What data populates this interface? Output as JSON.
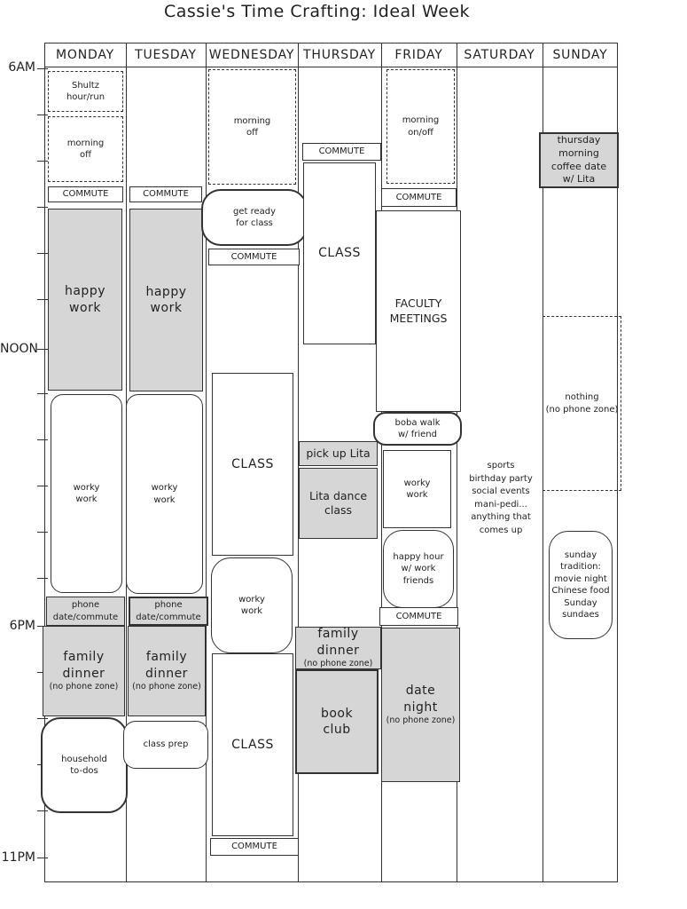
{
  "title": "Cassie's Time Crafting: Ideal Week",
  "days": [
    "MONDAY",
    "TUESDAY",
    "WEDNESDAY",
    "THURSDAY",
    "FRIDAY",
    "SATURDAY",
    "SUNDAY"
  ],
  "times": [
    "6AM",
    "NOON",
    "6PM",
    "11PM"
  ],
  "blocks": {
    "mon_shultz": "Shultz\nhour/run",
    "mon_morning_off": "morning\noff",
    "mon_commute": "COMMUTE",
    "mon_happy_work": "happy\nwork",
    "mon_worky_work": "worky\nwork",
    "mon_phone_date": "phone\ndate/commute",
    "mon_family_dinner": "family\ndinner",
    "mon_no_phone": "(no phone zone)",
    "mon_household": "household\nto-dos",
    "tue_commute": "COMMUTE",
    "tue_happy_work": "happy\nwork",
    "tue_worky_work": "worky\nwork",
    "tue_phone_date": "phone\ndate/commute",
    "tue_family_dinner": "family\ndinner",
    "tue_no_phone": "(no phone zone)",
    "tue_class_prep": "class prep",
    "wed_morning_off": "morning\noff",
    "wed_get_ready": "get ready\nfor class",
    "wed_commute": "COMMUTE",
    "wed_class1": "CLASS",
    "wed_worky_work": "worky\nwork",
    "wed_class2": "CLASS",
    "wed_commute2": "COMMUTE",
    "thu_commute": "COMMUTE",
    "thu_class": "CLASS",
    "thu_pickup": "pick up Lita",
    "thu_dance": "Lita dance\nclass",
    "thu_family_dinner": "family dinner",
    "thu_no_phone": "(no phone zone)",
    "thu_book_club": "book\nclub",
    "fri_morning": "morning\non/off",
    "fri_commute": "COMMUTE",
    "fri_faculty": "FACULTY\nMEETINGS",
    "fri_boba": "boba walk\nw/ friend",
    "fri_worky_work": "worky\nwork",
    "fri_happy_hour": "happy hour\nw/ work\nfriends",
    "fri_commute2": "COMMUTE",
    "fri_date_night": "date\nnight",
    "fri_no_phone": "(no phone zone)",
    "sat_free": "sports\nbirthday party\nsocial events\nmani-pedi...\nanything that\ncomes up",
    "sun_coffee": "thursday\nmorning\ncoffee date\nw/ Lita",
    "sun_nothing": "nothing\n(no phone zone)",
    "sun_tradition": "sunday\ntradition:\nmovie night\nChinese food\nSunday\nsundaes"
  }
}
